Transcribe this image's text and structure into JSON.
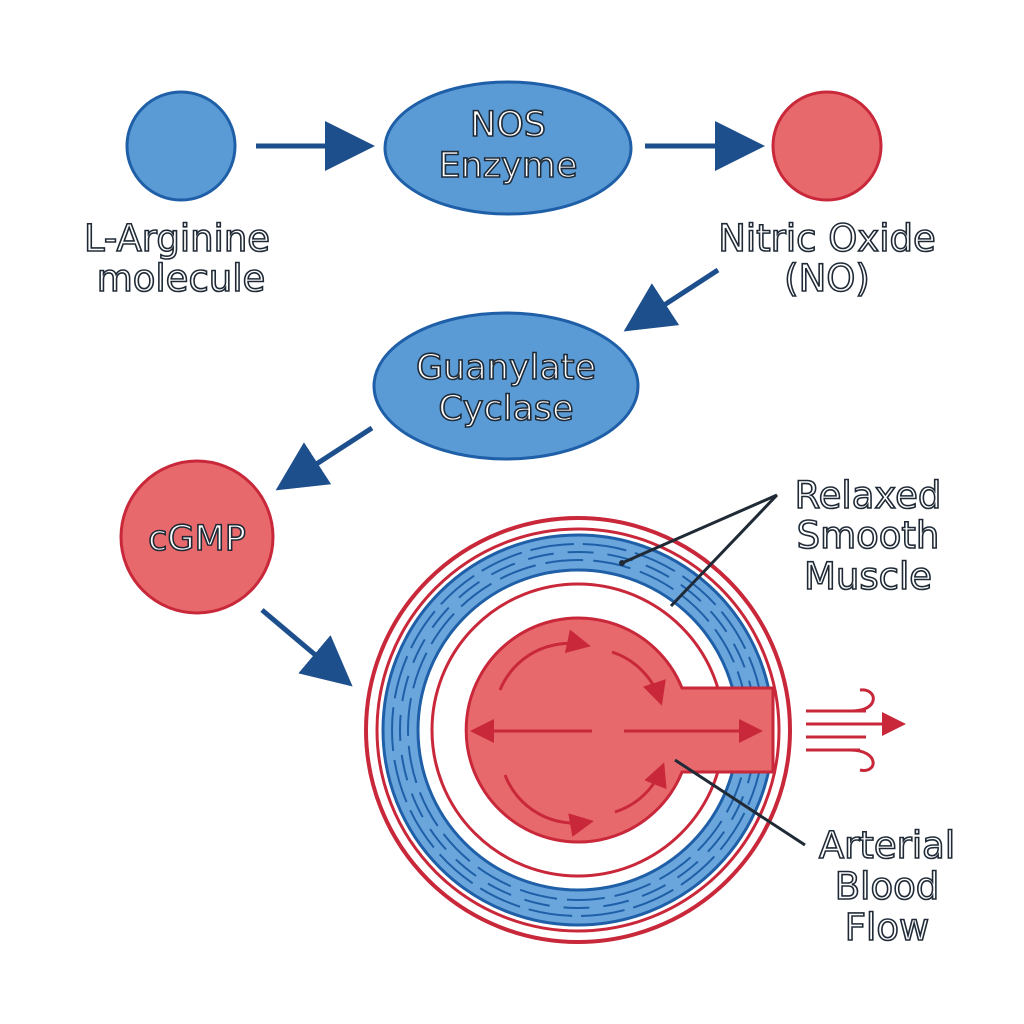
{
  "colors": {
    "blue_fill": "#5b9bd5",
    "blue_stroke": "#1e5fa8",
    "red_fill": "#e8696b",
    "red_stroke": "#c8283a",
    "arrow": "#1d4f8c",
    "leader": "#1f2a36"
  },
  "nodes": {
    "l_arginine": {
      "label_line1": "L-Arginine",
      "label_line2": "molecule"
    },
    "nos_enzyme": {
      "label_line1": "NOS",
      "label_line2": "Enzyme"
    },
    "nitric_oxide": {
      "label_line1": "Nitric Oxide",
      "label_line2": "(NO)"
    },
    "guanylate_cyclase": {
      "label_line1": "Guanylate",
      "label_line2": "Cyclase"
    },
    "cgmp": {
      "label": "cGMP"
    }
  },
  "annotations": {
    "smooth_muscle": {
      "line1": "Relaxed",
      "line2": "Smooth",
      "line3": "Muscle"
    },
    "blood_flow": {
      "line1": "Arterial",
      "line2": "Blood",
      "line3": "Flow"
    }
  },
  "icons": [
    "blood-flow-wind-icon"
  ]
}
